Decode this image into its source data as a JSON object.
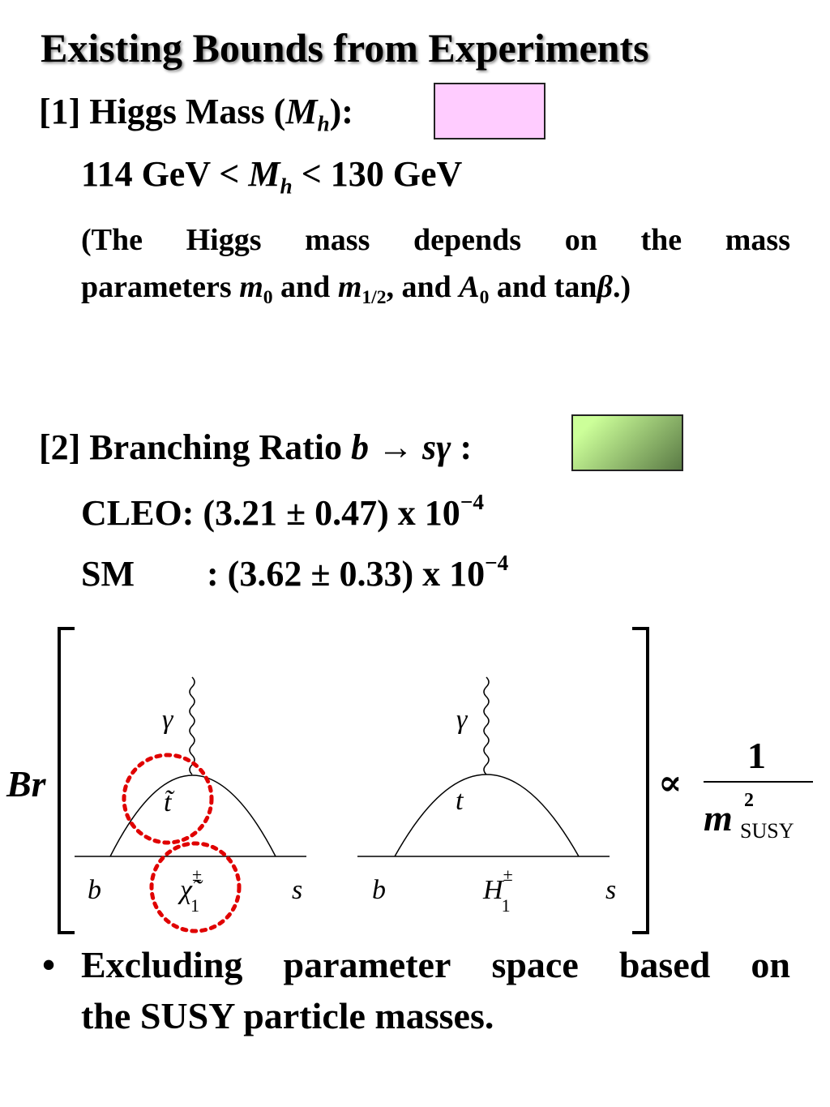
{
  "title": "Existing Bounds from Experiments",
  "higgs": {
    "heading_prefix": "[1] Higgs Mass (",
    "heading_var": "M",
    "heading_sub": "h",
    "heading_suffix": "):",
    "swatch_color": "#ffccff",
    "bound_low": "114 GeV <",
    "bound_var": "M",
    "bound_sub": "h",
    "bound_high": "< 130 GeV",
    "note_line1_words": [
      "(The",
      "Higgs",
      "mass",
      "depends",
      "on",
      "the",
      "mass"
    ],
    "note_line2": {
      "t1": "parameters ",
      "v1": "m",
      "s1": "0",
      "t2": " and ",
      "v2": "m",
      "s2": "1/2",
      "t3": ", and ",
      "v3": "A",
      "s3": "0",
      "t4": " and tan",
      "v4": "β",
      "t5": ".)"
    }
  },
  "bsg": {
    "heading_prefix": "[2] Branching Ratio ",
    "heading_formula": "b → sγ",
    "heading_suffix": " :",
    "swatch_color_light": "#ccff99",
    "swatch_color_dark": "#5a7a45",
    "cleo_label": "CLEO: (",
    "cleo_value": "3.21 ± 0.47",
    "cleo_tail": ") x 10",
    "cleo_exp": "−4",
    "sm_label": "SM",
    "sm_colon": ": (",
    "sm_value": "3.62 ± 0.33",
    "sm_tail": ") x 10",
    "sm_exp": "−4"
  },
  "equation": {
    "br": "Br",
    "proportional": "∝",
    "numerator": "1",
    "denom_var": "m",
    "denom_exp": "2",
    "denom_sub": "SUSY"
  },
  "diagrams": [
    {
      "photon": "γ",
      "loop": "t̃",
      "left": "b",
      "bottom": "χ̃",
      "bottom_sup": "±",
      "bottom_sub": "1",
      "right": "s"
    },
    {
      "photon": "γ",
      "loop": "t",
      "left": "b",
      "bottom": "H",
      "bottom_sup": "±",
      "bottom_sub": "1",
      "right": "s"
    }
  ],
  "colors": {
    "highlight_circle": "#e00000"
  },
  "bullet": {
    "symbol": "•",
    "line1_words": [
      "Excluding",
      "parameter",
      "space",
      "based",
      "on"
    ],
    "line2": "the SUSY particle masses."
  }
}
